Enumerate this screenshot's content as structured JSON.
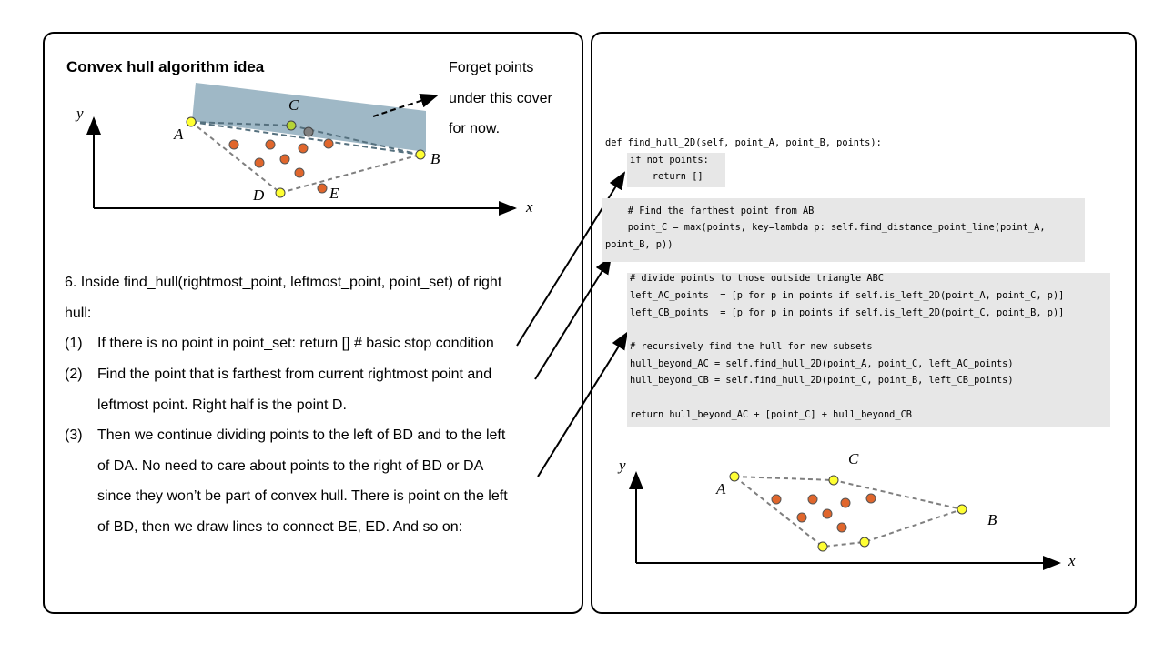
{
  "left": {
    "title": "Convex hull algorithm idea",
    "note_lines": [
      "Forget points",
      "under this cover",
      "for now."
    ],
    "labels": {
      "y": "y",
      "x": "x",
      "A": "A",
      "B": "B",
      "C": "C",
      "D": "D",
      "E": "E"
    },
    "step_intro_1": "6. Inside find_hull(rightmost_point, leftmost_point, point_set) of right",
    "step_intro_2": "hull:",
    "steps": [
      {
        "num": "(1)",
        "lines": [
          "If there is no point in point_set: return []  # basic stop condition"
        ]
      },
      {
        "num": "(2)",
        "lines": [
          "Find the point that is farthest from current rightmost point and",
          "leftmost point. Right half is the point D."
        ]
      },
      {
        "num": "(3)",
        "lines": [
          "Then we continue dividing points to the left of BD and to the left",
          "of DA. No need to care about points to the right of BD or DA",
          "since they won’t be part of convex hull. There is point on the left",
          "of BD, then we draw lines to connect BE, ED. And so on:"
        ]
      }
    ]
  },
  "right": {
    "code_def": "def find_hull_2D(self, point_A, point_B, points):",
    "code_block1": [
      "if not points:",
      "    return []"
    ],
    "code_block2": [
      "    # Find the farthest point from AB",
      "    point_C = max(points, key=lambda p: self.find_distance_point_line(point_A,",
      "point_B, p))"
    ],
    "code_block3": [
      "# divide points to those outside triangle ABC",
      "left_AC_points  = [p for p in points if self.is_left_2D(point_A, point_C, p)]",
      "left_CB_points  = [p for p in points if self.is_left_2D(point_C, point_B, p)]",
      "",
      "# recursively find the hull for new subsets",
      "hull_beyond_AC = self.find_hull_2D(point_A, point_C, left_AC_points)",
      "hull_beyond_CB = self.find_hull_2D(point_C, point_B, left_CB_points)",
      "",
      "return hull_beyond_AC + [point_C] + hull_beyond_CB"
    ],
    "labels": {
      "y": "y",
      "x": "x",
      "A": "A",
      "B": "B",
      "C": "C"
    }
  },
  "colors": {
    "cover": "#9fb8c6",
    "orange_point": "#e0662c",
    "yellow_point": "#ffff33",
    "green_point": "#b5d334",
    "gray_point": "#808080",
    "code_bg": "#e7e7e7",
    "dash_line": "#7f7f7f"
  }
}
